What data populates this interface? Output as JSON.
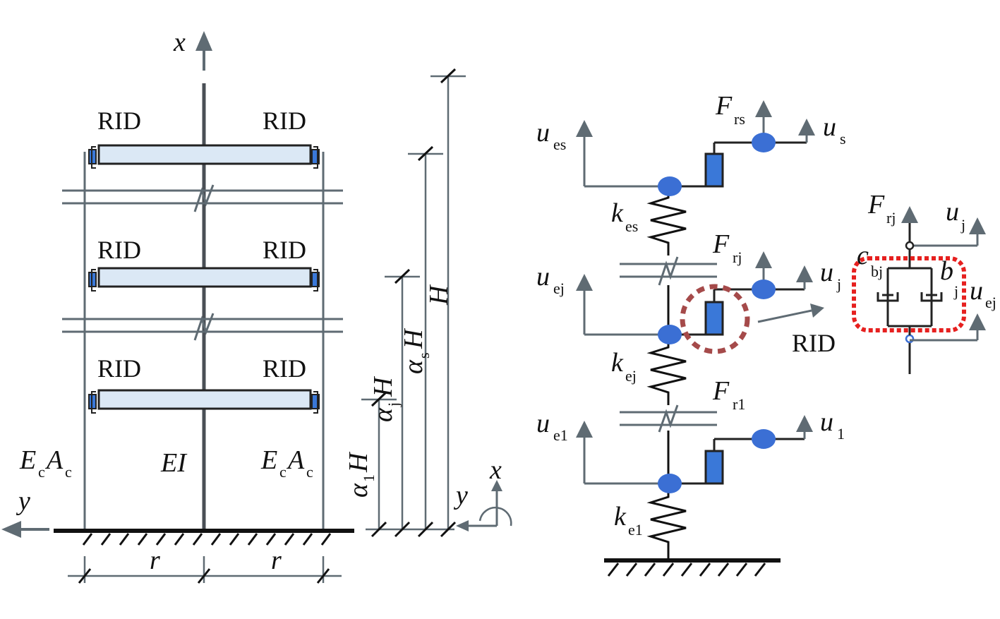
{
  "left_model": {
    "axis_x": "x",
    "axis_y": "y",
    "rid_label": "RID",
    "column_label_main": "E",
    "column_label_sub1": "c",
    "column_label_mid": "A",
    "column_label_sub2": "c",
    "core_label": "EI",
    "span_label": "r"
  },
  "heights": {
    "h1": "α",
    "h1_sub": "1",
    "hj": "α",
    "hj_sub": "j",
    "hs": "α",
    "hs_sub": "s",
    "H": "H",
    "coord_x": "x",
    "coord_y": "y"
  },
  "right_model": {
    "u_main": "u",
    "k_main": "k",
    "F_main": "F",
    "sub_es": "es",
    "sub_ej": "ej",
    "sub_e1": "e1",
    "sub_rs": "rs",
    "sub_rj": "rj",
    "sub_r1": "r1",
    "sub_s": "s",
    "sub_j": "j",
    "sub_1": "1",
    "rid_label": "RID"
  },
  "detail": {
    "F": "F",
    "F_sub": "rj",
    "u": "u",
    "u_sub": "j",
    "ue_sub": "ej",
    "c": "c",
    "c_sub": "bj",
    "b": "b",
    "b_sub": "j"
  },
  "colors": {
    "rid_fill": "#dbe8f5",
    "node_blue": "#3b6fd4",
    "damper_blue": "#3a78d8",
    "dashed_red_dark": "#a54a4a",
    "dashed_red": "#e6201f",
    "line_gray": "#5f6b73"
  }
}
